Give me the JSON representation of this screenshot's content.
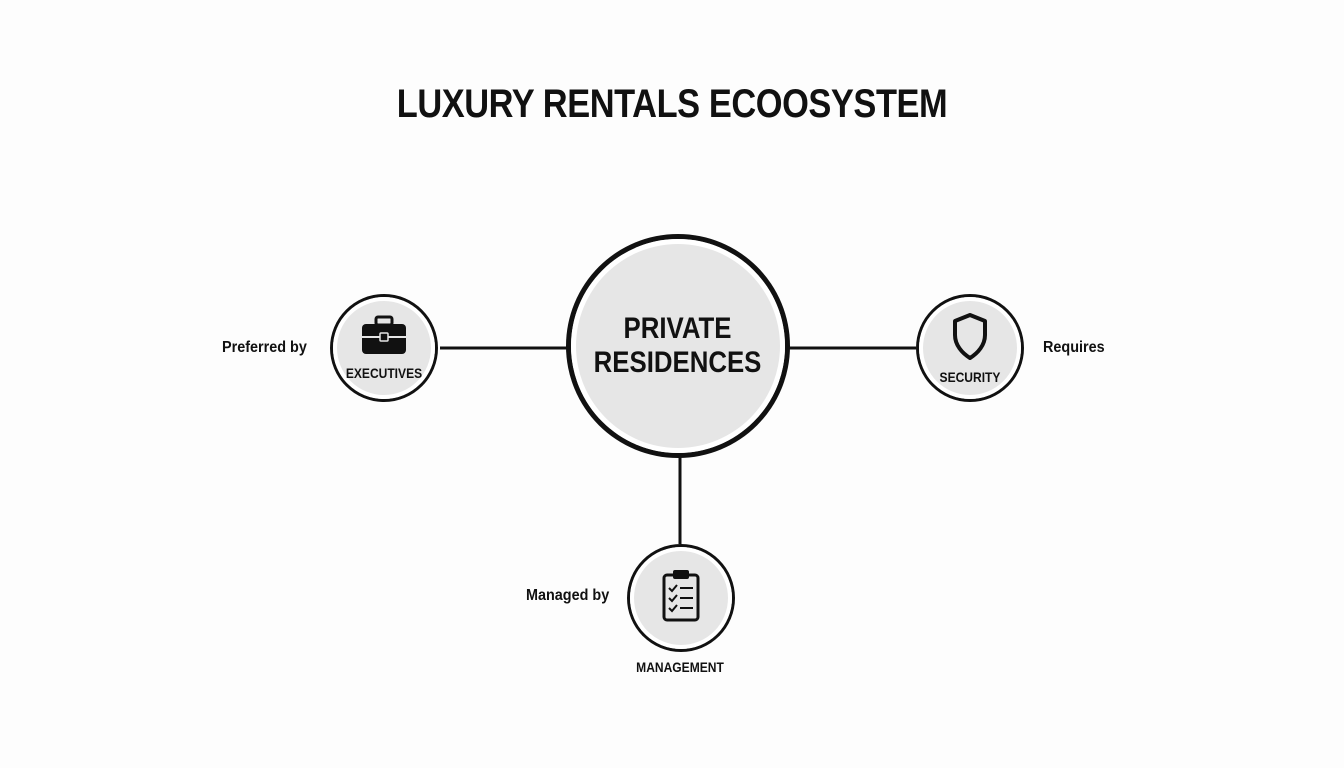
{
  "diagram": {
    "title": "LUXURY RENTALS ECOOSYSTEM",
    "center": {
      "label_line1": "PRIVATE",
      "label_line2": "RESIDENCES"
    },
    "nodes": [
      {
        "id": "executives",
        "label": "EXECUTIVES",
        "relation": "Preferred by",
        "icon": "briefcase-icon"
      },
      {
        "id": "security",
        "label": "SECURITY",
        "relation": "Requires",
        "icon": "shield-icon"
      },
      {
        "id": "management",
        "label": "MANAGEMENT",
        "relation": "Managed by",
        "icon": "clipboard-checklist-icon"
      }
    ],
    "colors": {
      "stroke": "#111111",
      "node_fill": "#e6e6e6",
      "background": "#fdfdfd"
    }
  }
}
